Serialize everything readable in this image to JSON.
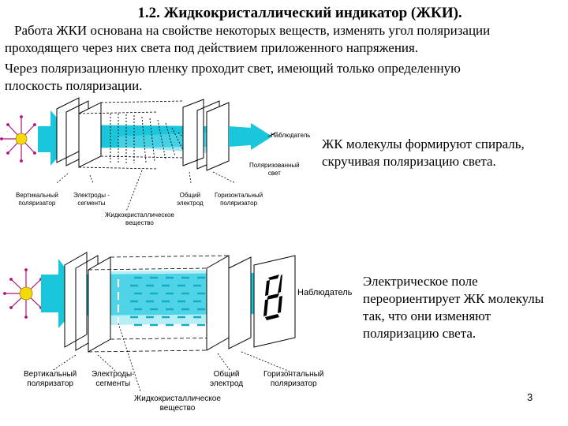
{
  "title": "1.2. Жидкокристаллический индикатор (ЖКИ).",
  "intro": {
    "line1": "Работа ЖКИ основана на свойстве некоторых веществ, изменять угол поляризации",
    "line2": "проходящего через них света под действием приложенного напряжения.",
    "line3": "Через поляризационную пленку проходит свет, имеющий только определенную",
    "line4": "плоскость поляризации."
  },
  "diagram1": {
    "labels": {
      "vertical_polarizer": [
        "Вертикальный",
        "поляризатор"
      ],
      "electrodes_segments": [
        "Электроды -",
        "сегменты"
      ],
      "common_electrode": [
        "Общий",
        "электрод"
      ],
      "horizontal_polarizer": [
        "Горизонтальный",
        "поляризатор"
      ],
      "liquid_crystal": [
        "Жидкокристаллическое",
        "вещество"
      ],
      "observer": "Наблюдатель",
      "polarized_light": [
        "Поляризованный",
        "свет"
      ]
    },
    "caption": {
      "line1": "ЖК молекулы формируют спираль,",
      "line2": "скручивая поляризацию света."
    }
  },
  "diagram2": {
    "labels": {
      "vertical_polarizer": [
        "Вертикальный",
        "поляризатор"
      ],
      "electrodes_segments": [
        "Электроды-",
        "сегменты"
      ],
      "common_electrode": [
        "Общий",
        "электрод"
      ],
      "horizontal_polarizer": [
        "Горизонтальный",
        "поляризатор"
      ],
      "liquid_crystal": [
        "Жидкокристаллическое",
        "вещество"
      ],
      "observer": "Наблюдатель"
    },
    "caption": {
      "line1": "Электрическое поле",
      "line2": "переориентирует ЖК молекулы",
      "line3": "так, что они  изменяют",
      "line4": "поляризацию света."
    }
  },
  "page_number": "3",
  "colors": {
    "beam": "#19c6dc",
    "lamp": "#f5d90a",
    "rays": "#b0137a",
    "plate": "#ffffff",
    "outline": "#000000"
  }
}
